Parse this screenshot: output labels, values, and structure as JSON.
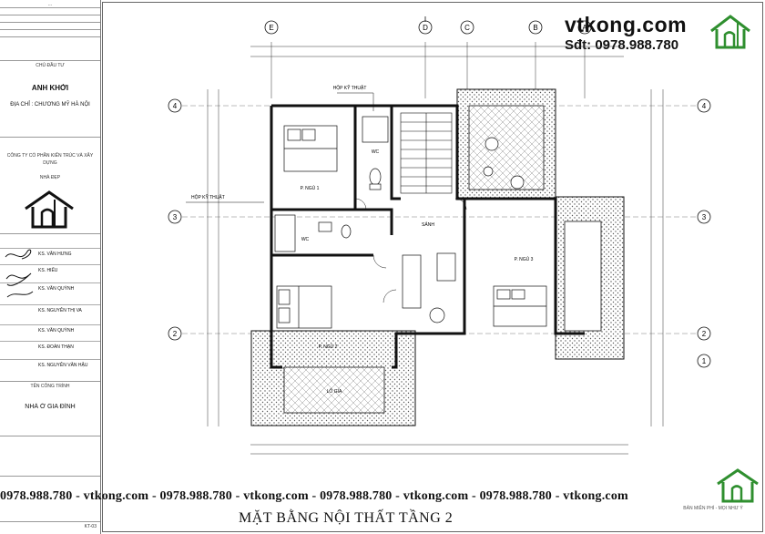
{
  "title_block": {
    "chu_dau_tu_label": "CHỦ ĐẦU TƯ",
    "client_name": "ANH KHỞI",
    "client_address": "ĐỊA CHỈ : CHƯƠNG MỸ HÀ NỘI",
    "company_name": "CÔNG TY CỔ PHẦN KIẾN TRÚC VÀ XÂY DỰNG",
    "company_sub": "NHÀ ĐẸP",
    "roles": [
      {
        "role": "KS. VĂN HƯNG"
      },
      {
        "role": "KS. HIẾU"
      },
      {
        "role": "KS. VĂN QUỲNH"
      },
      {
        "role": "KS. NGUYỄN THỊ VA"
      },
      {
        "role": "KS. VĂN QUỲNH"
      },
      {
        "role": "KS. ĐOÀN THẠN"
      },
      {
        "role": "KS. NGUYỄN VĂN HẬU"
      }
    ],
    "project_label": "TÊN CÔNG TRÌNH",
    "project_name": "NHÀ Ở GIA ĐÌNH",
    "drawing_code": "KT-03"
  },
  "brand": {
    "name": "vtkong.com",
    "phone": "Sđt: 0978.988.780"
  },
  "grid_labels": {
    "top": [
      "E",
      "D",
      "C",
      "B",
      "A"
    ],
    "side": [
      "4",
      "3",
      "2",
      "1"
    ]
  },
  "watermark": "0978.988.780 - vtkong.com - 0978.988.780 - vtkong.com - 0978.988.780 - vtkong.com - 0978.988.780 - vtkong.com",
  "plan_title": "MẶT BẰNG NỘI THẤT TẦNG 2",
  "bottom_tagline": "BẢN MIỄN PHÍ - MỌI NHƯ Ý",
  "rooms": {
    "bedroom_1": "P. NGỦ 1",
    "bedroom_2": "P. NGỦ 2",
    "bedroom_3": "P. NGỦ 3",
    "wc_1": "WC",
    "wc_2": "WC",
    "hall": "SẢNH",
    "balcony": "LÔ GIA",
    "corridor_note": "HỘP KỸ THUẬT"
  }
}
